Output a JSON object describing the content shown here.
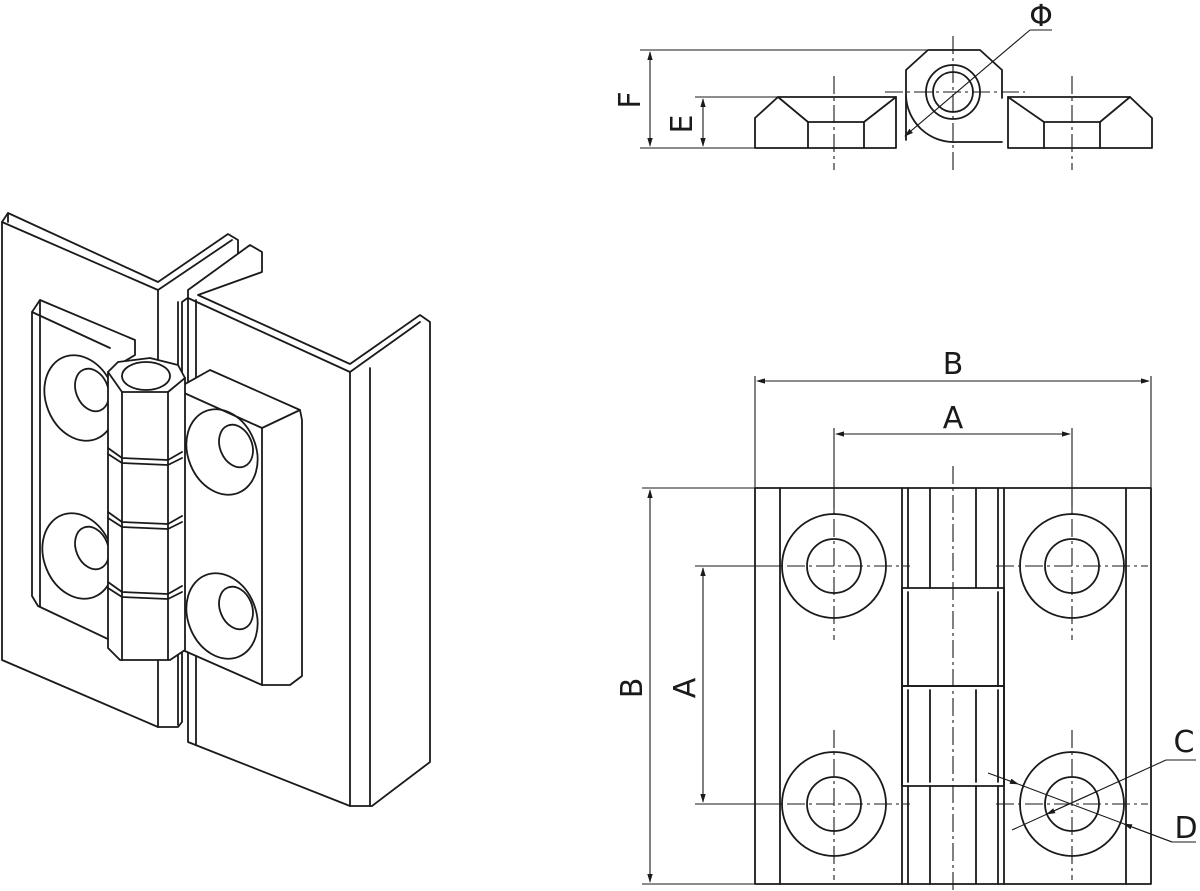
{
  "labels": {
    "phi": "Φ",
    "f": "F",
    "e": "E",
    "b_top": "B",
    "a_top": "A",
    "b_side": "B",
    "a_side": "A",
    "c": "C",
    "d": "D"
  }
}
